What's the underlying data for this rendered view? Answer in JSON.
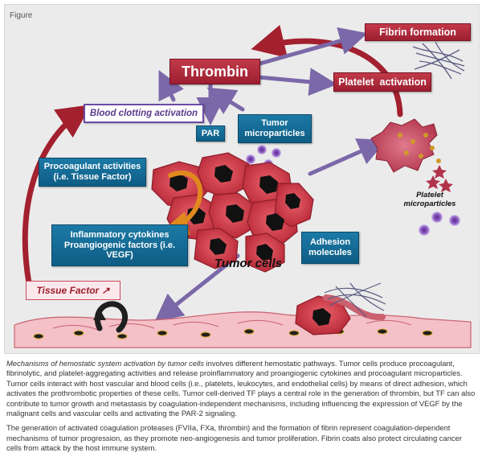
{
  "figure_label": "Figure",
  "nodes": {
    "fibrin_formation": "Fibrin formation",
    "thrombin": "Thrombin",
    "platelet_activation": "Platelet  activation",
    "blood_clotting_activation": "Blood clotting activation",
    "par": "PAR",
    "tumor_microparticles": "Tumor microparticles",
    "procoagulant": "Procoagulant activities (i.e. Tissue Factor)",
    "inflammatory": "Inflammatory cytokines Proangiogenic factors (i.e. VEGF)",
    "adhesion": "Adhesion molecules",
    "tumor_cells": "Tumor cells",
    "platelet_microparticles": "Platelet microparticles",
    "tissue_factor": "Tissue Factor ↗"
  },
  "caption": {
    "p1_lead": "Mechanisms of hemostatic system activation by tumor cells",
    "p1_rest": " involves different hemostatic pathways. Tumor cells produce procoagulant, fibrinolytic, and platelet-aggregating activities and release proinflammatory and proangiogenic cytokines and procoagulant microparticles. Tumor cells interact with host vascular and blood cells (i.e., platelets, leukocytes, and endothelial cells) by means of direct adhesion, which activates the prothrombotic properties of these cells. Tumor cell-derived TF plays a central role in the generation of thrombin, but TF can also contribute to tumor growth and metastasis by coagulation-independent mechanisms, including influencing the expression of VEGF by the malignant cells and vascular cells and activating the PAR-2 signaling.",
    "p2": "The generation of activated coagulation proteases (FVIIa, FXa, thrombin) and the formation of fibrin represent coagulation-dependent mechanisms of tumor progression, as they promote neo-angiogenesis and tumor proliferation. Fibrin coats also protect circulating cancer cells from attack by the host immune system."
  },
  "colors": {
    "red_box": "#b02a3c",
    "blue_box": "#1a6f99",
    "purple_arrow": "#7b68a8",
    "red_arrow": "#a3202f",
    "tumor_cell": "#d8434f",
    "cell_nucleus": "#111111"
  }
}
